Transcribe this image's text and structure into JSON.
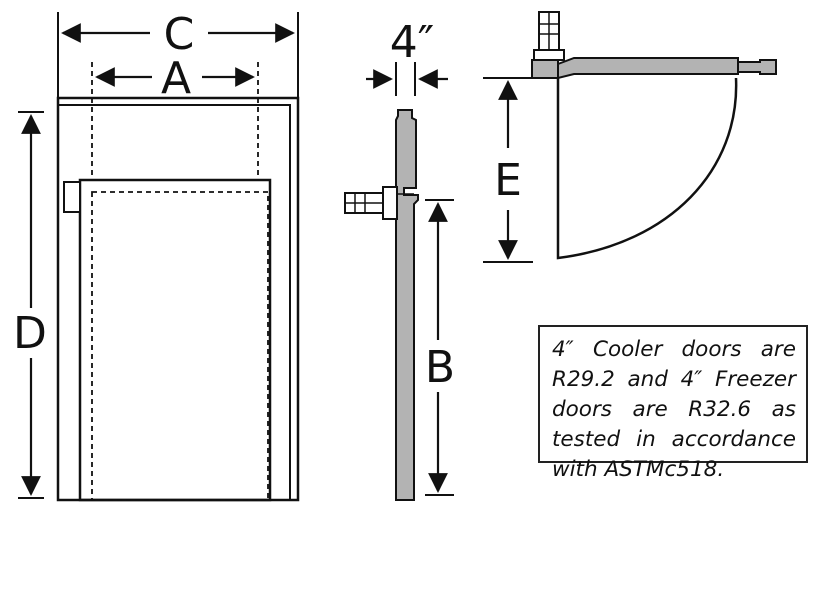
{
  "labels": {
    "a": "A",
    "b": "B",
    "c": "C",
    "d": "D",
    "e": "E",
    "thickness": "4″"
  },
  "note": "4″ Cooler doors are R29.2 and 4″ Freezer doors are R32.6 as tested in accordance with ASTMc518.",
  "colors": {
    "door_fill": "#b3b3b3",
    "line": "#111111",
    "background": "#ffffff"
  }
}
